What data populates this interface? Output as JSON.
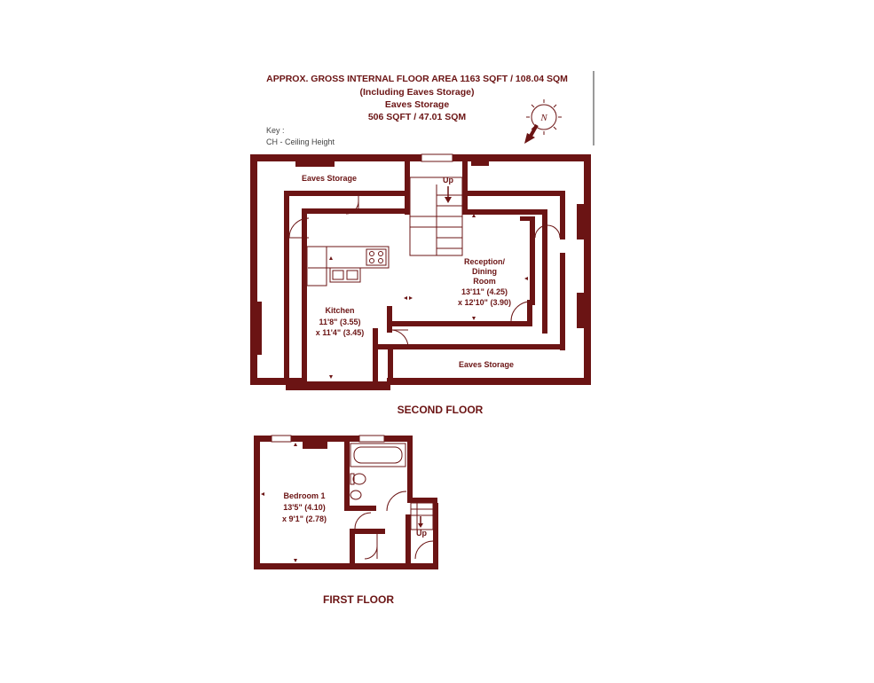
{
  "header": {
    "line1": "APPROX. GROSS INTERNAL FLOOR AREA 1163 SQFT / 108.04 SQM",
    "line2": "(Including Eaves Storage)",
    "line3": "Eaves Storage",
    "line4": "506 SQFT / 47.01 SQM"
  },
  "key": {
    "title": "Key :",
    "entry": "CH - Ceiling Height"
  },
  "compass": {
    "label": "N"
  },
  "second_floor": {
    "label": "SECOND FLOOR",
    "eaves_top": "Eaves Storage",
    "eaves_bottom": "Eaves Storage",
    "stairs": "Up",
    "reception": {
      "name1": "Reception/",
      "name2": "Dining",
      "name3": "Room",
      "dim1": "13'11\" (4.25)",
      "dim2": "x 12'10\" (3.90)"
    },
    "kitchen": {
      "name": "Kitchen",
      "dim1": "11'8\" (3.55)",
      "dim2": "x 11'4\" (3.45)"
    }
  },
  "first_floor": {
    "label": "FIRST FLOOR",
    "stairs": "Up",
    "bedroom": {
      "name": "Bedroom 1",
      "dim1": "13'5\" (4.10)",
      "dim2": "x 9'1\" (2.78)"
    }
  },
  "colors": {
    "wall": "#6b1414",
    "text": "#6b1414"
  }
}
